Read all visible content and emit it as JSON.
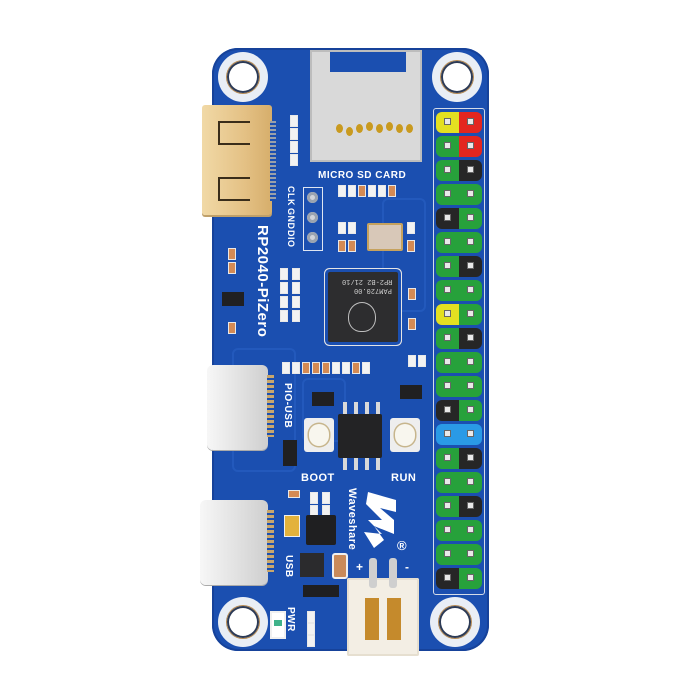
{
  "product": {
    "name": "RP2040-PiZero",
    "brand": "Waveshare",
    "registered_mark": "®",
    "board_color": "#1b4fb0"
  },
  "silkscreen": {
    "sd_label": "MICRO SD CARD",
    "swd_pins": [
      "CLK",
      "GND",
      "DIO"
    ],
    "board_name": "RP2040-PiZero",
    "pio_usb_label": "PIO-USB",
    "usb_label": "USB",
    "boot_label": "BOOT",
    "run_label": "RUN",
    "brand_label": "Waveshare",
    "pwr_label": "PWR",
    "plus_label": "+",
    "minus_label": "-"
  },
  "chip": {
    "line1": "RP2-B2  21/10",
    "line2": "PAM720.00"
  },
  "gpio_header": {
    "colors": {
      "power3v3": "#e4e021",
      "power5v": "#e3261f",
      "gpio": "#27a13b",
      "gnd": "#262626",
      "id": "#2a9ae6"
    },
    "rows": [
      [
        "power3v3",
        "power5v"
      ],
      [
        "gpio",
        "power5v"
      ],
      [
        "gpio",
        "gnd"
      ],
      [
        "gpio",
        "gpio"
      ],
      [
        "gnd",
        "gpio"
      ],
      [
        "gpio",
        "gpio"
      ],
      [
        "gpio",
        "gnd"
      ],
      [
        "gpio",
        "gpio"
      ],
      [
        "power3v3",
        "gpio"
      ],
      [
        "gpio",
        "gnd"
      ],
      [
        "gpio",
        "gpio"
      ],
      [
        "gpio",
        "gpio"
      ],
      [
        "gnd",
        "gpio"
      ],
      [
        "id",
        "id"
      ],
      [
        "gpio",
        "gnd"
      ],
      [
        "gpio",
        "gpio"
      ],
      [
        "gpio",
        "gnd"
      ],
      [
        "gpio",
        "gpio"
      ],
      [
        "gpio",
        "gpio"
      ],
      [
        "gnd",
        "gpio"
      ]
    ]
  },
  "connectors": {
    "hdmi": "mini-HDMI",
    "usb1": "USB-C (PIO-USB)",
    "usb2": "USB-C (USB)",
    "battery": "JST 2-pin"
  }
}
